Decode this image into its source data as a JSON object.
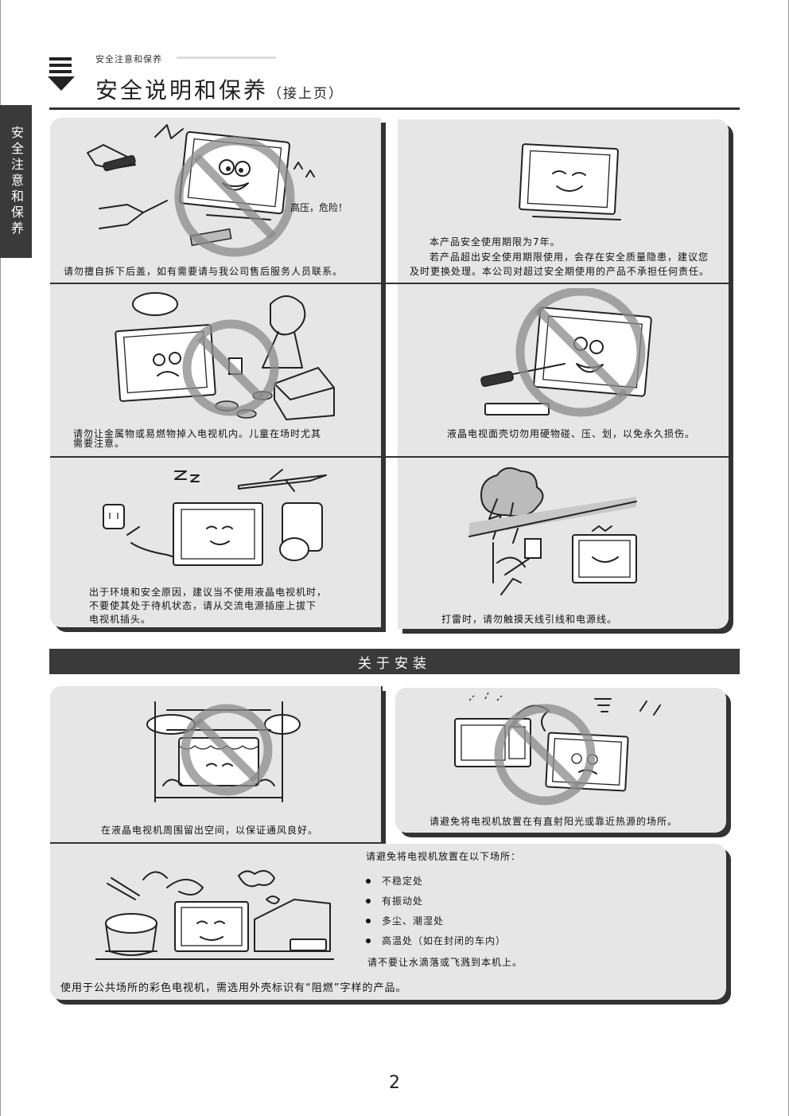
{
  "header": {
    "breadcrumb": "安全注意和保养",
    "title": "安全说明和保养",
    "title_suffix": "（接上页）"
  },
  "side_tab": "安全注意和保养",
  "safety": {
    "p1_label": "高压，危险！",
    "p1_caption": "请勿擅自拆下后盖，如有需要请与我公司售后服务人员联系。",
    "p2_line1": "本产品安全使用期限为7年。",
    "p2_line2": "若产品超出安全使用期限使用，会存在安全质量隐患，建议您",
    "p2_line3": "及时更换处理。本公司对超过安全期使用的产品不承担任何责任。",
    "p3_line1": "请勿让金属物或易燃物掉入电视机内。儿童在场时尤其",
    "p3_line2": "需要注意。",
    "p4_caption": "液晶电视面壳切勿用硬物碰、压、划，以免永久损伤。",
    "p5_line1": "出于环境和安全原因，建议当不使用液晶电视机时，",
    "p5_line2": "不要使其处于待机状态，请从交流电源插座上拔下",
    "p5_line3": "电视机插头。",
    "p6_caption": "打雷时，请勿触摸天线引线和电源线。"
  },
  "install": {
    "section_title": "关于安装",
    "p1_caption": "在液晶电视机周围留出空间，以保证通风良好。",
    "p2_caption": "请避免将电视机放置在有直射阳光或靠近热源的场所。",
    "list_title": "请避免将电视机放置在以下场所：",
    "list_items": [
      "不稳定处",
      "有振动处",
      "多尘、潮湿处",
      "高温处（如在封闭的车内）"
    ],
    "water_note": "请不要让水滴落或飞溅到本机上。",
    "public_note": "使用于公共场所的彩色电视机，需选用外壳标识有“阻燃”字样的产品。"
  },
  "page_number": "2"
}
